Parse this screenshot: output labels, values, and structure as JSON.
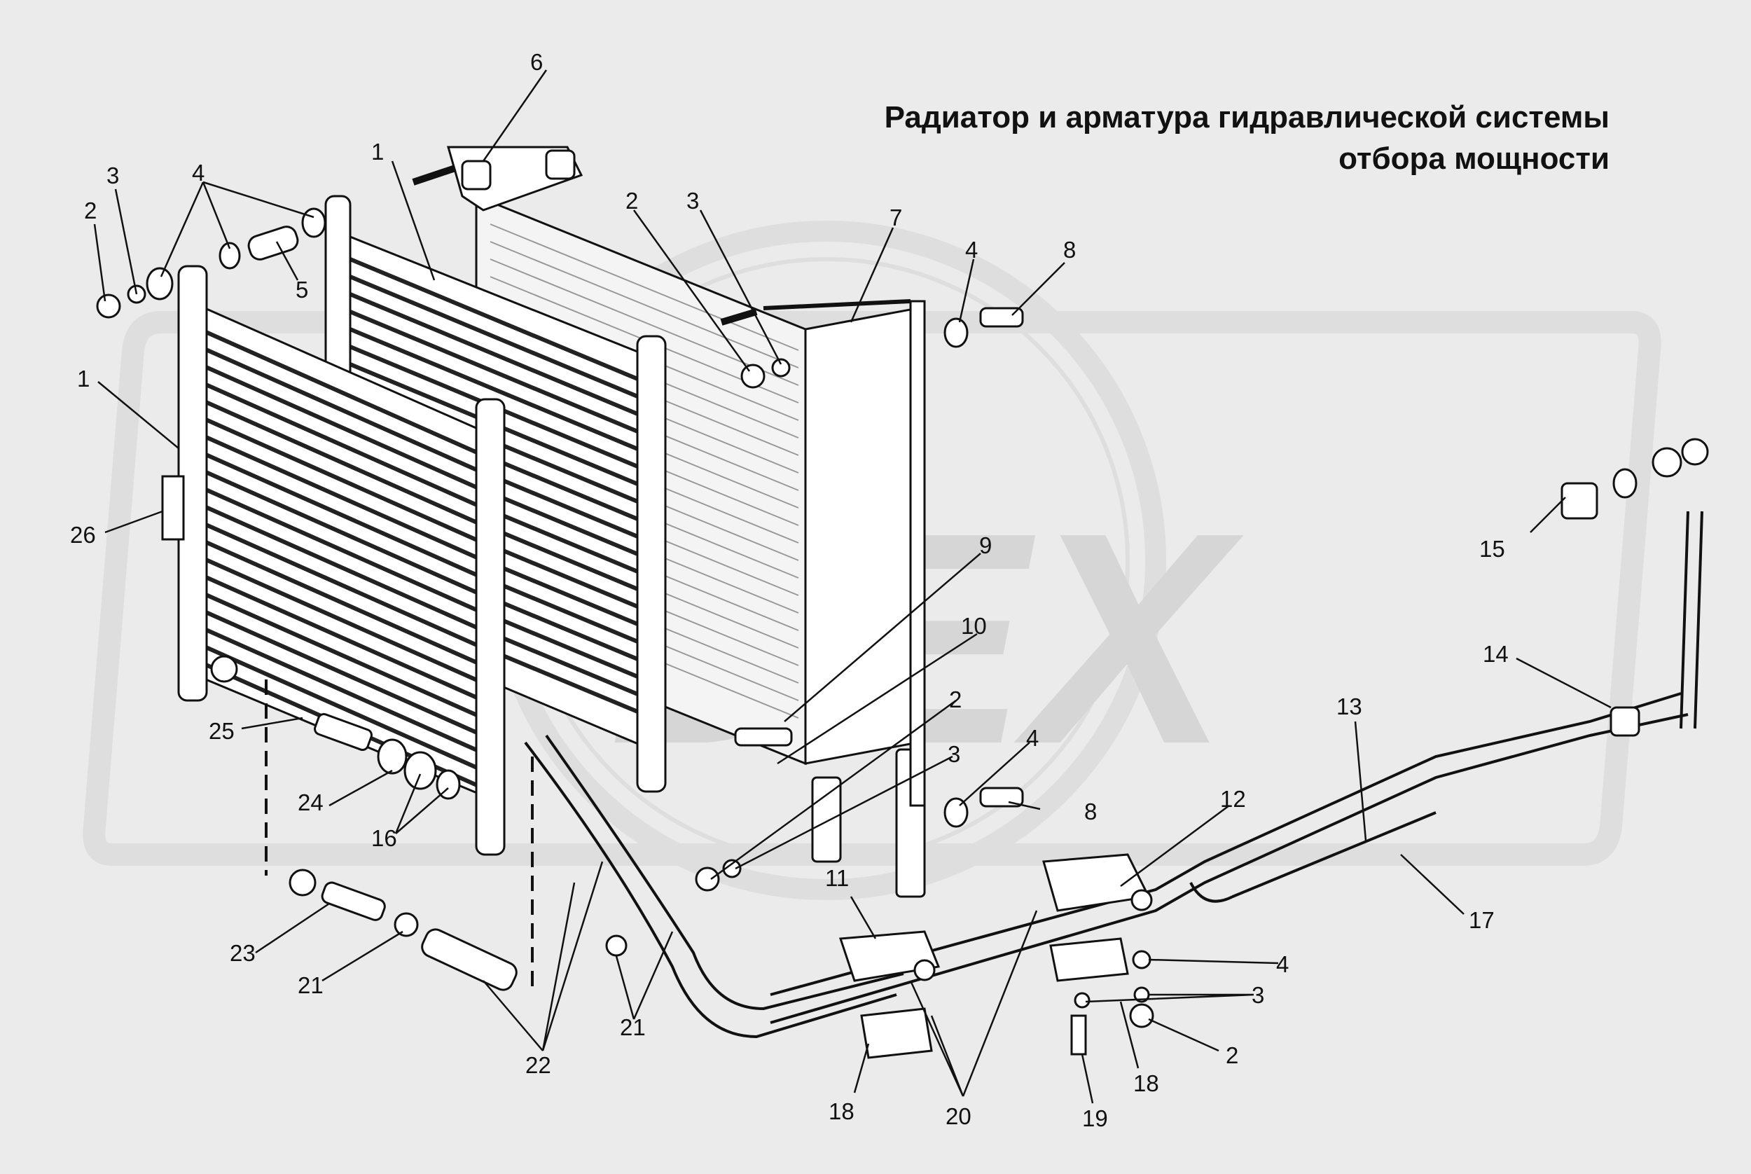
{
  "title": {
    "line1": "Радиатор и арматура гидравлической системы",
    "line2": "отбора мощности"
  },
  "watermark": {
    "text": "DEX",
    "color": "#dadada"
  },
  "colors": {
    "background": "#ebebeb",
    "ink": "#111111",
    "part_fill": "#ffffff",
    "fin": "#cfcfcf"
  },
  "callouts": [
    {
      "id": "c6",
      "text": "6"
    },
    {
      "id": "c1a",
      "text": "1"
    },
    {
      "id": "c3a",
      "text": "3"
    },
    {
      "id": "c4a",
      "text": "4"
    },
    {
      "id": "c2a",
      "text": "2"
    },
    {
      "id": "c5",
      "text": "5"
    },
    {
      "id": "c2b",
      "text": "2"
    },
    {
      "id": "c3b",
      "text": "3"
    },
    {
      "id": "c7",
      "text": "7"
    },
    {
      "id": "c4b",
      "text": "4"
    },
    {
      "id": "c8a",
      "text": "8"
    },
    {
      "id": "c1b",
      "text": "1"
    },
    {
      "id": "c26",
      "text": "26"
    },
    {
      "id": "c9",
      "text": "9"
    },
    {
      "id": "c10",
      "text": "10"
    },
    {
      "id": "c2c",
      "text": "2"
    },
    {
      "id": "c3c",
      "text": "3"
    },
    {
      "id": "c4c",
      "text": "4"
    },
    {
      "id": "c8b",
      "text": "8"
    },
    {
      "id": "c15",
      "text": "15"
    },
    {
      "id": "c14",
      "text": "14"
    },
    {
      "id": "c13",
      "text": "13"
    },
    {
      "id": "c12",
      "text": "12"
    },
    {
      "id": "c17",
      "text": "17"
    },
    {
      "id": "c25",
      "text": "25"
    },
    {
      "id": "c24",
      "text": "24"
    },
    {
      "id": "c16",
      "text": "16"
    },
    {
      "id": "c23",
      "text": "23"
    },
    {
      "id": "c21a",
      "text": "21"
    },
    {
      "id": "c22",
      "text": "22"
    },
    {
      "id": "c21b",
      "text": "21"
    },
    {
      "id": "c11",
      "text": "11"
    },
    {
      "id": "c4d",
      "text": "4"
    },
    {
      "id": "c3d",
      "text": "3"
    },
    {
      "id": "c2d",
      "text": "2"
    },
    {
      "id": "c18a",
      "text": "18"
    },
    {
      "id": "c20",
      "text": "20"
    },
    {
      "id": "c19",
      "text": "19"
    },
    {
      "id": "c18b",
      "text": "18"
    }
  ]
}
